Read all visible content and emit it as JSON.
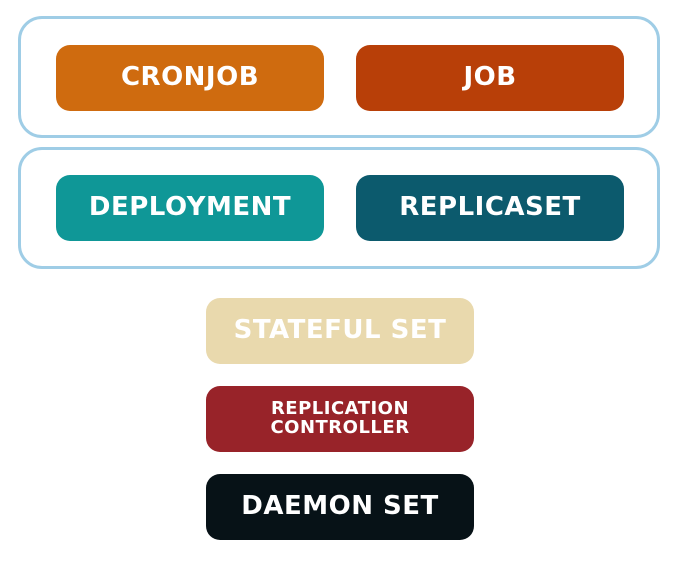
{
  "colors": {
    "group_border": "#9fcde6",
    "cronjob": "#cf6b0f",
    "job": "#b83f08",
    "deployment": "#0f9797",
    "replicaset": "#0c5a6d",
    "stateful_set": "#e9d9ad",
    "replication_controller": "#982329",
    "daemon_set": "#071217",
    "text": "#ffffff"
  },
  "labels": {
    "cronjob": "CRONJOB",
    "job": "JOB",
    "deployment": "DEPLOYMENT",
    "replicaset": "REPLICASET",
    "stateful_set": "STATEFUL SET",
    "replication_controller_line1": "REPLICATION",
    "replication_controller_line2": "CONTROLLER",
    "daemon_set": "DAEMON SET"
  }
}
